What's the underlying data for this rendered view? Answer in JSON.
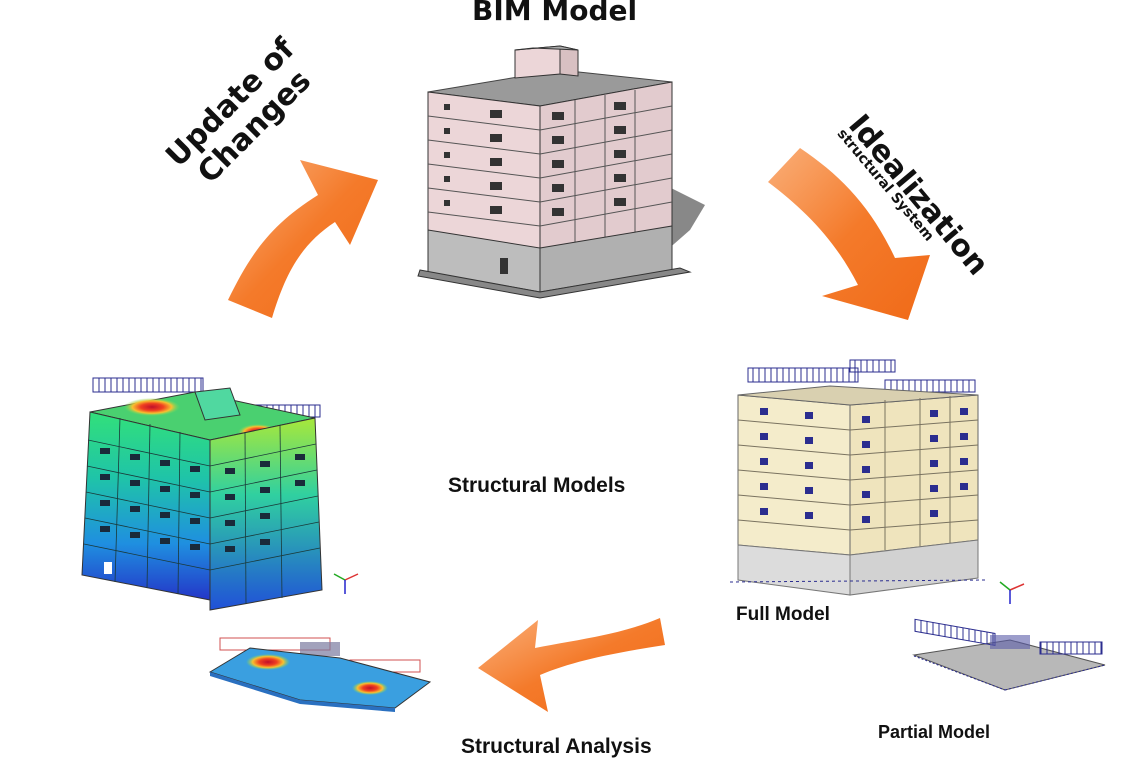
{
  "title": "BIM Model",
  "labels": {
    "update_line1": "Update of",
    "update_line2": "Changes",
    "idealization": "Idealization",
    "idealization_sub": "structural System",
    "structural_models": "Structural Models",
    "full_model": "Full Model",
    "partial_model": "Partial Model",
    "structural_analysis": "Structural Analysis"
  },
  "colors": {
    "arrow": "#f47a2a",
    "bim_wall": "#ecd6d8",
    "full_model_wall": "#f4eccb",
    "load_lines": "#2b2d8f"
  }
}
